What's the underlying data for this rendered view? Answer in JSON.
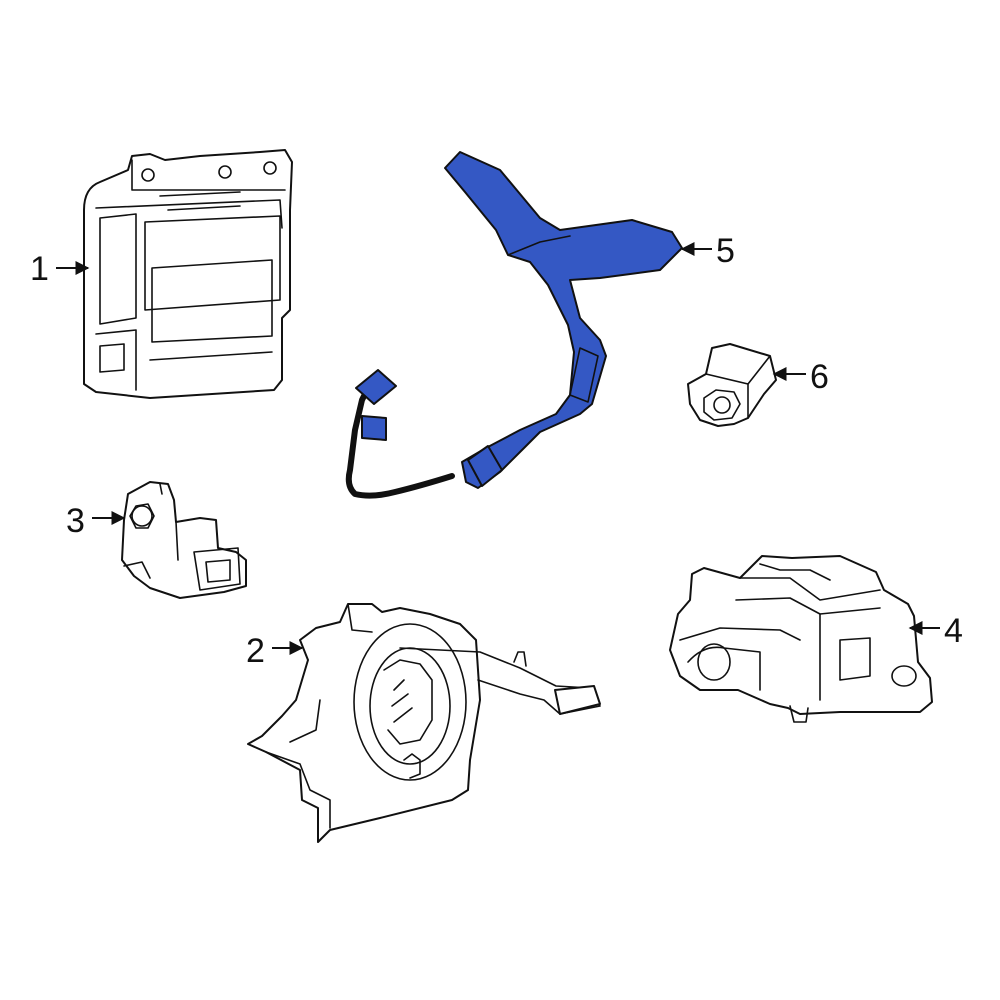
{
  "diagram": {
    "highlight_color": "#3458c4",
    "line_color": "#111111",
    "callouts": [
      {
        "id": "1",
        "label": "1"
      },
      {
        "id": "2",
        "label": "2"
      },
      {
        "id": "3",
        "label": "3"
      },
      {
        "id": "4",
        "label": "4"
      },
      {
        "id": "5",
        "label": "5"
      },
      {
        "id": "6",
        "label": "6"
      }
    ],
    "highlighted_part": "5"
  }
}
